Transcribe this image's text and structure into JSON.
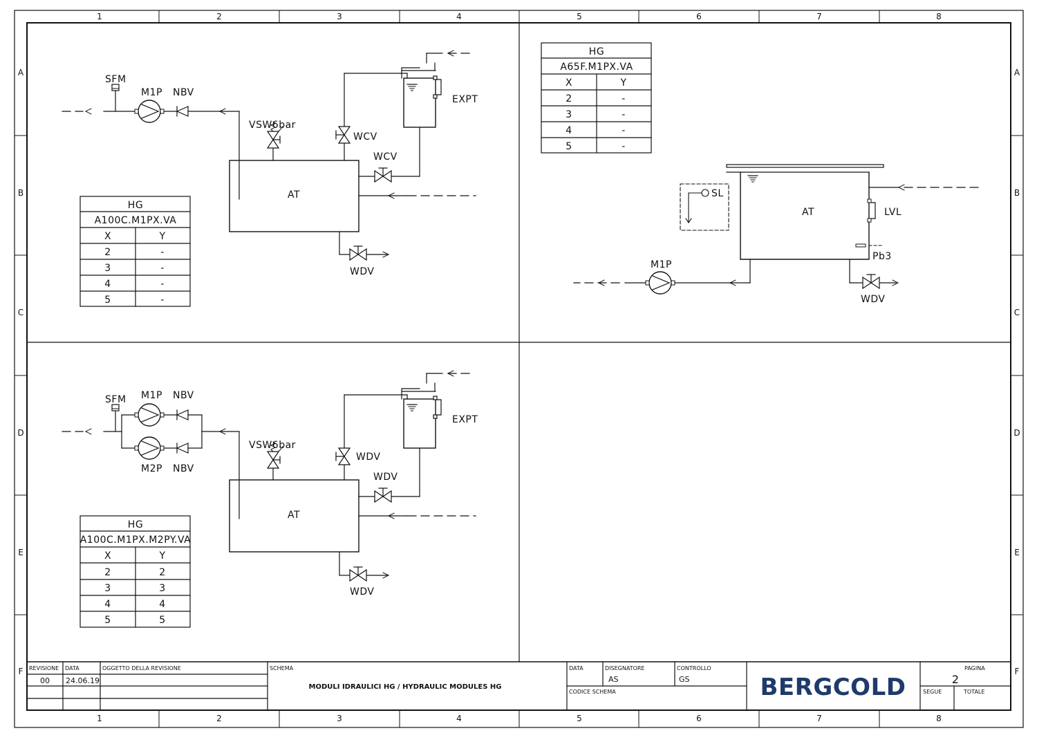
{
  "colors": {
    "ink": "#111111",
    "logo": "#1f3a6b"
  },
  "frame": {
    "columns": [
      "1",
      "2",
      "3",
      "4",
      "5",
      "6",
      "7",
      "8"
    ],
    "rows": [
      "A",
      "B",
      "C",
      "D",
      "E",
      "F"
    ]
  },
  "diagram_top_left": {
    "labels": {
      "sfm": "SFM",
      "m1p": "M1P",
      "nbv": "NBV",
      "vsw": "VSW6bar",
      "wcv_vertical": "WCV",
      "wcv_horizontal": "WCV",
      "expt": "EXPT",
      "at": "AT",
      "wdv": "WDV"
    },
    "table": {
      "header": "HG",
      "model": "A100C.M1PX.VA",
      "columns": [
        "X",
        "Y"
      ],
      "rows": [
        [
          "2",
          "-"
        ],
        [
          "3",
          "-"
        ],
        [
          "4",
          "-"
        ],
        [
          "5",
          "-"
        ]
      ]
    }
  },
  "diagram_top_right": {
    "labels": {
      "at": "AT",
      "sl": "SL",
      "lvl": "LVL",
      "pb3": "Pb3",
      "m1p": "M1P",
      "wdv": "WDV"
    },
    "table": {
      "header": "HG",
      "model": "A65F.M1PX.VA",
      "columns": [
        "X",
        "Y"
      ],
      "rows": [
        [
          "2",
          "-"
        ],
        [
          "3",
          "-"
        ],
        [
          "4",
          "-"
        ],
        [
          "5",
          "-"
        ]
      ]
    }
  },
  "diagram_bottom_left": {
    "labels": {
      "sfm": "SFM",
      "m1p": "M1P",
      "nbv_top": "NBV",
      "m2p": "M2P",
      "nbv_bottom": "NBV",
      "vsw": "VSW6bar",
      "wdv_vertical": "WDV",
      "wdv_horizontal": "WDV",
      "expt": "EXPT",
      "at": "AT",
      "wdv": "WDV"
    },
    "table": {
      "header": "HG",
      "model": "A100C.M1PX.M2PY.VA",
      "columns": [
        "X",
        "Y"
      ],
      "rows": [
        [
          "2",
          "2"
        ],
        [
          "3",
          "3"
        ],
        [
          "4",
          "4"
        ],
        [
          "5",
          "5"
        ]
      ]
    }
  },
  "title_block": {
    "revisione_label": "REVISIONE",
    "data_label": "DATA",
    "oggetto_label": "OGGETTO DELLA REVISIONE",
    "revision": "00",
    "revision_date": "24.06.19",
    "schema_label": "SCHEMA",
    "title": "MODULI IDRAULICI HG / HYDRAULIC MODULES HG",
    "data2_label": "DATA",
    "disegnatore_label": "DISEGNATORE",
    "disegnatore": "AS",
    "controllo_label": "CONTROLLO",
    "controllo": "GS",
    "codice_label": "CODICE SCHEMA",
    "logo": "BERGCOLD",
    "pagina_label": "PAGINA",
    "pagina": "2",
    "segue_label": "SEGUE",
    "totale_label": "TOTALE"
  }
}
